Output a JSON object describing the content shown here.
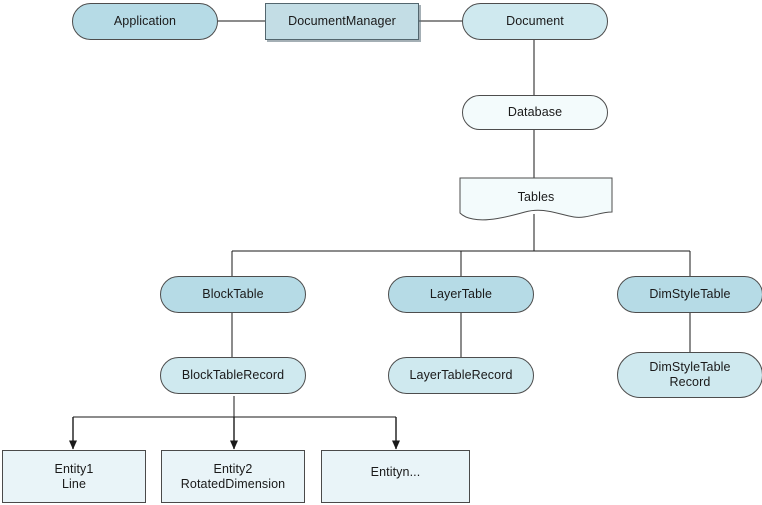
{
  "diagram": {
    "type": "hierarchy-block-diagram",
    "background_color": "#ffffff",
    "palette": {
      "node_fill_blue": "#b6dbe6",
      "node_fill_blue_rect": "#c3dde5",
      "node_fill_cyan": "#cfe9ef",
      "node_fill_pale": "#e9f4f8",
      "node_fill_white": "#f3fbfc",
      "stroke": "#4d4d4d",
      "text": "#1a1a1a"
    },
    "nodes": [
      {
        "id": "application",
        "label": "Application",
        "shape": "stadium"
      },
      {
        "id": "document-manager",
        "label": "DocumentManager",
        "shape": "rectangle-shadow"
      },
      {
        "id": "document",
        "label": "Document",
        "shape": "stadium"
      },
      {
        "id": "database",
        "label": "Database",
        "shape": "stadium"
      },
      {
        "id": "tables",
        "label": "Tables",
        "shape": "document-wave"
      },
      {
        "id": "block-table",
        "label": "BlockTable",
        "shape": "stadium"
      },
      {
        "id": "layer-table",
        "label": "LayerTable",
        "shape": "stadium"
      },
      {
        "id": "dim-style-table",
        "label": "DimStyleTable",
        "shape": "stadium"
      },
      {
        "id": "block-table-record",
        "label": "BlockTableRecord",
        "shape": "stadium"
      },
      {
        "id": "layer-table-record",
        "label": "LayerTableRecord",
        "shape": "stadium"
      },
      {
        "id": "dim-style-table-record",
        "label": "DimStyleTable\nRecord",
        "shape": "stadium"
      },
      {
        "id": "entity1",
        "label": "Entity1\nLine",
        "shape": "rectangle"
      },
      {
        "id": "entity2",
        "label": "Entity2\nRotatedDimension",
        "shape": "rectangle"
      },
      {
        "id": "entityn",
        "label": "Entityn...",
        "shape": "rectangle"
      }
    ],
    "edges": [
      {
        "from": "application",
        "to": "document-manager",
        "arrow": false
      },
      {
        "from": "document-manager",
        "to": "document",
        "arrow": false
      },
      {
        "from": "document",
        "to": "database",
        "arrow": false
      },
      {
        "from": "database",
        "to": "tables",
        "arrow": false
      },
      {
        "from": "tables",
        "to": "block-table",
        "arrow": false
      },
      {
        "from": "tables",
        "to": "layer-table",
        "arrow": false
      },
      {
        "from": "tables",
        "to": "dim-style-table",
        "arrow": false
      },
      {
        "from": "block-table",
        "to": "block-table-record",
        "arrow": false
      },
      {
        "from": "layer-table",
        "to": "layer-table-record",
        "arrow": false
      },
      {
        "from": "dim-style-table",
        "to": "dim-style-table-record",
        "arrow": false
      },
      {
        "from": "block-table-record",
        "to": "entity1",
        "arrow": true
      },
      {
        "from": "block-table-record",
        "to": "entity2",
        "arrow": true
      },
      {
        "from": "block-table-record",
        "to": "entityn",
        "arrow": true
      }
    ]
  }
}
